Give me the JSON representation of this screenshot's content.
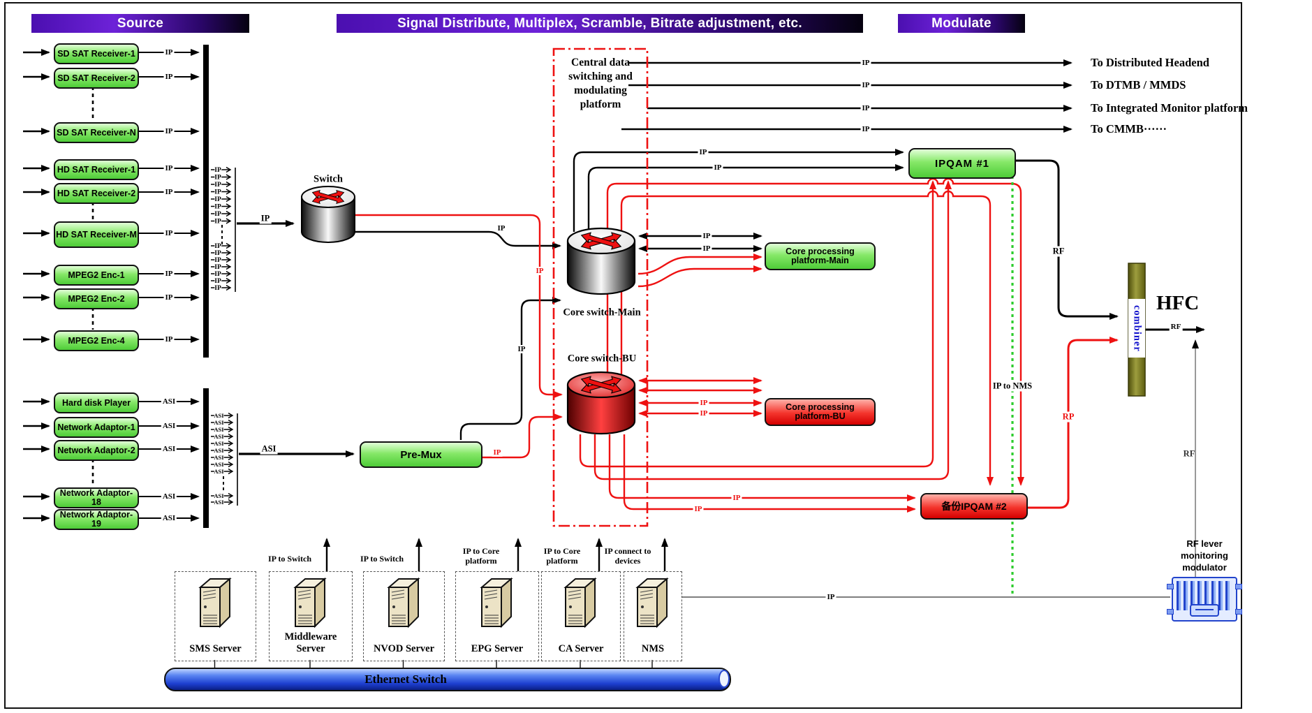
{
  "title_bars": {
    "source": "Source",
    "signal": "Signal Distribute, Multiplex, Scramble, Bitrate adjustment, etc.",
    "modulate": "Modulate"
  },
  "signal_labels": {
    "ip": "IP",
    "asi": "ASI",
    "rf": "RF",
    "rp": "RP"
  },
  "source_section": {
    "ip_devices": [
      {
        "label": "SD SAT Receiver-1"
      },
      {
        "label": "SD SAT Receiver-2"
      },
      {
        "label": "SD SAT Receiver-N"
      },
      {
        "label": "HD SAT Receiver-1"
      },
      {
        "label": "HD SAT Receiver-2"
      },
      {
        "label": "HD SAT Receiver-M"
      },
      {
        "label": "MPEG2 Enc-1"
      },
      {
        "label": "MPEG2 Enc-2"
      },
      {
        "label": "MPEG2 Enc-4"
      }
    ],
    "asi_devices": [
      {
        "label": "Hard disk Player"
      },
      {
        "label": "Network Adaptor-1"
      },
      {
        "label": "Network Adaptor-2"
      },
      {
        "label": "Network Adaptor-18"
      },
      {
        "label": "Network Adaptor-19"
      }
    ]
  },
  "core_section": {
    "switch_label": "Switch",
    "premux_label": "Pre-Mux",
    "central_platform_note": "Central data\nswitching and\nmodulating\nplatform",
    "core_switch_main": "Core switch-Main",
    "core_switch_bu": "Core switch-BU",
    "platform_main": "Core processing\nplatform-Main",
    "platform_bu": "Core processing\nplatform-BU"
  },
  "modulate_section": {
    "ipqam1": "IPQAM #1",
    "ipqam2": "备份IPQAM #2",
    "combiner": "combiner",
    "hfc": "HFC",
    "ip_to_nms": "IP to NMS",
    "monitor_label": "RF lever\nmonitoring\nmodulator"
  },
  "outputs": [
    {
      "label": "To Distributed Headend"
    },
    {
      "label": "To DTMB / MMDS"
    },
    {
      "label": "To Integrated Monitor platform"
    },
    {
      "label": "To CMMB······"
    }
  ],
  "servers": [
    {
      "name": "SMS Server",
      "note": ""
    },
    {
      "name": "Middleware Server",
      "note": "IP to Switch"
    },
    {
      "name": "NVOD Server",
      "note": "IP to Switch"
    },
    {
      "name": "EPG Server",
      "note": "IP to Core\nplatform"
    },
    {
      "name": "CA Server",
      "note": "IP to Core\nplatform"
    },
    {
      "name": "NMS",
      "note": "IP connect to\ndevices"
    }
  ],
  "ethernet_label": "Ethernet Switch",
  "colors": {
    "wire_red": "#ee1111",
    "nms_green": "#2ecc2e",
    "header_purple": "#5a14c8",
    "combiner_olive": "#7a7a1e",
    "ethernet_blue": "#2255ee"
  }
}
